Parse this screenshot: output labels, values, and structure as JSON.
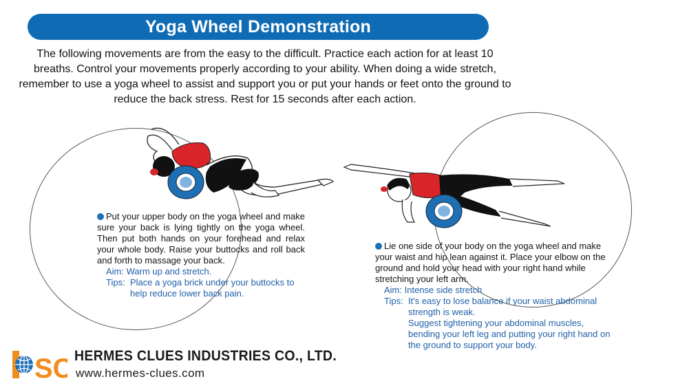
{
  "title": "Yoga Wheel Demonstration",
  "intro": "The following movements are from the easy to the difficult. Practice each action for at least 10 breaths. Control your movements properly according to your ability. When doing a wide stretch, remember to use a yoga wheel to assist and support you or put your hands or feet onto the ground to reduce the back stress. Rest for 15 seconds after each action.",
  "exercise1": {
    "description": "Put your upper body on the yoga wheel and make sure your back is lying tightly on the yoga wheel. Then put both hands on your forehead and relax your whole body. Raise your buttocks and roll back and forth to massage your back.",
    "aim": "Aim: Warm up and stretch.",
    "tips_label": "Tips:",
    "tips": "Place a yoga brick under your buttocks to help reduce lower back pain."
  },
  "exercise2": {
    "description": "Lie one side of your body on the yoga wheel and make your waist and hip lean against it. Place your elbow on the ground and hold your head with your right hand while stretching your left arm.",
    "aim": "Aim: Intense side stretch",
    "tips_label": "Tips:",
    "tips_1": "It's easy to lose balance if your waist abdominal strength is weak.",
    "tips_2": "Suggest tightening your abdominal muscles, bending your left leg and putting your right hand on the ground to support your body."
  },
  "company": {
    "logo_text": "SC",
    "name": "HERMES CLUES INDUSTRIES CO., LTD.",
    "website": "www.hermes-clues.com"
  },
  "colors": {
    "brand_blue": "#0f6bb3",
    "text_blue": "#1f5fa8",
    "logo_orange": "#f28c1c",
    "top_red": "#d9252a"
  }
}
